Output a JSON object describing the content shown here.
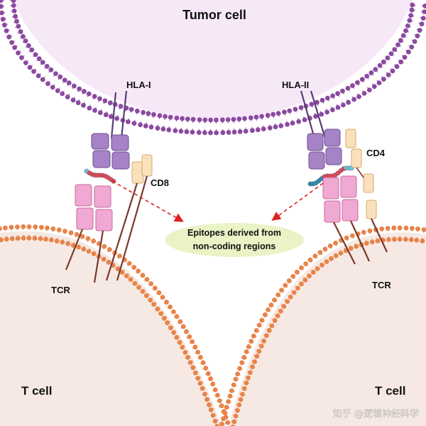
{
  "cells": {
    "tumor": "Tumor cell",
    "t_left": "T cell",
    "t_right": "T cell"
  },
  "molecules": {
    "hla1": "HLA-I",
    "hla2": "HLA-II",
    "cd8": "CD8",
    "cd4": "CD4",
    "tcr_left": "TCR",
    "tcr_right": "TCR"
  },
  "epitope_label": {
    "line1": "Epitopes derived from",
    "line2": "non-coding regions"
  },
  "watermark": "知乎 @逻辑神经科学",
  "colors": {
    "tumor_fill": "#f7e8f8",
    "tumor_lipid": "#8b4aa0",
    "tcell_fill": "#f6e9e3",
    "tcell_lipid": "#e8834a",
    "mhc_purple": "#a682c6",
    "tcr_pink": "#f0a9d2",
    "coreceptor": "#fbe0bc",
    "arrow_red": "#e02020",
    "bubble": "#e9f3c6"
  }
}
